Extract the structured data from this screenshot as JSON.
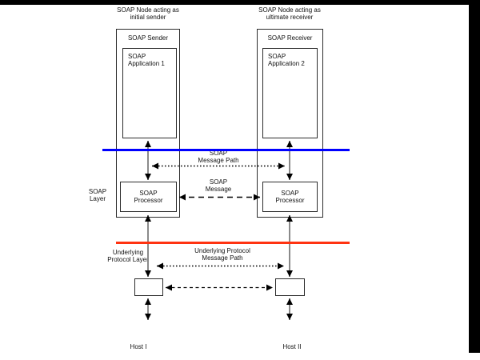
{
  "titles": {
    "left": {
      "line1": "SOAP Node acting as",
      "line2": "initial sender"
    },
    "right": {
      "line1": "SOAP Node acting as",
      "line2": "ultimate receiver"
    }
  },
  "sender": {
    "label": "SOAP Sender",
    "app": {
      "line1": "SOAP",
      "line2": "Application 1"
    },
    "processor": {
      "line1": "SOAP",
      "line2": "Processor"
    }
  },
  "receiver": {
    "label": "SOAP Receiver",
    "app": {
      "line1": "SOAP",
      "line2": "Application 2"
    },
    "processor": {
      "line1": "SOAP",
      "line2": "Processor"
    }
  },
  "layers": {
    "soap": {
      "line1": "SOAP",
      "line2": "Layer",
      "divider_color": "#0000FF"
    },
    "underlying": {
      "line1": "Underlying",
      "line2": "Protocol Layer",
      "divider_color": "#FF3311"
    }
  },
  "paths": {
    "soap_message_path": {
      "line1": "SOAP",
      "line2": "Message Path"
    },
    "soap_message": {
      "line1": "SOAP",
      "line2": "Message"
    },
    "underlying_message_path": {
      "line1": "Underlying Protocol",
      "line2": "Message Path"
    }
  },
  "hosts": {
    "left": "Host I",
    "right": "Host II"
  }
}
